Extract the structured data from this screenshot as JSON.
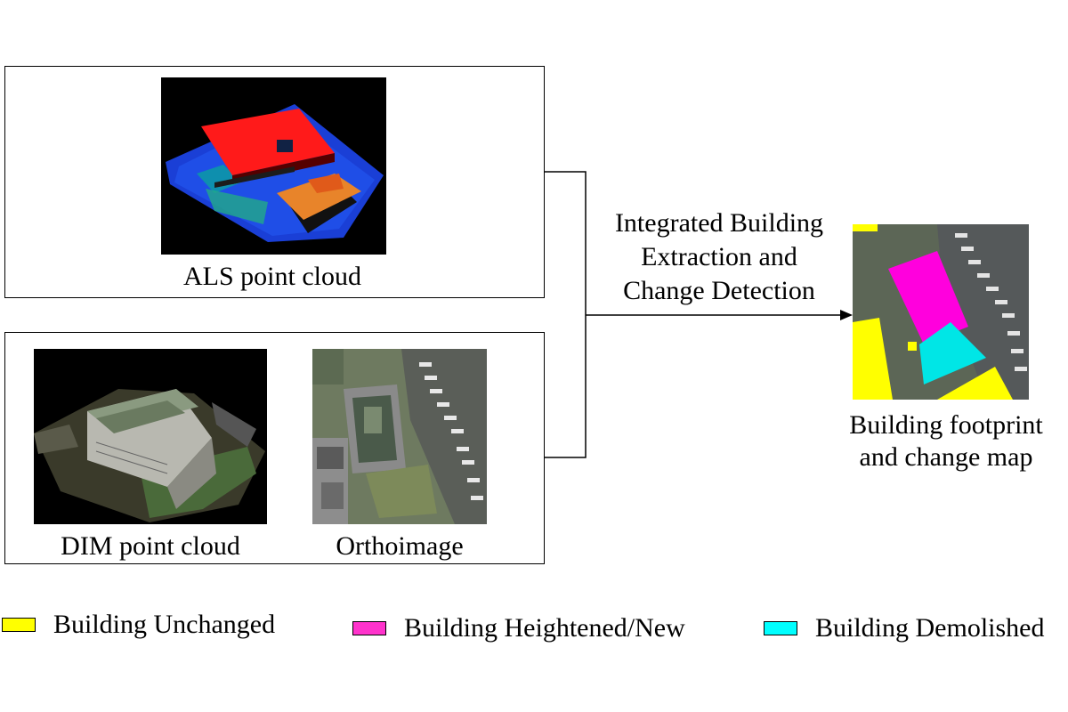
{
  "inputs": {
    "als": {
      "caption": "ALS point cloud"
    },
    "dim": {
      "caption": "DIM point cloud"
    },
    "ortho": {
      "caption": "Orthoimage"
    }
  },
  "process": {
    "line1": "Integrated Building",
    "line2": "Extraction and",
    "line3": "Change Detection"
  },
  "output": {
    "line1": "Building footprint",
    "line2": "and change map"
  },
  "legend": [
    {
      "label": "Building Unchanged",
      "color": "#ffff00"
    },
    {
      "label": "Building Heightened/New",
      "color": "#ff33cc"
    },
    {
      "label": "Building Demolished",
      "color": "#00ffff"
    }
  ]
}
